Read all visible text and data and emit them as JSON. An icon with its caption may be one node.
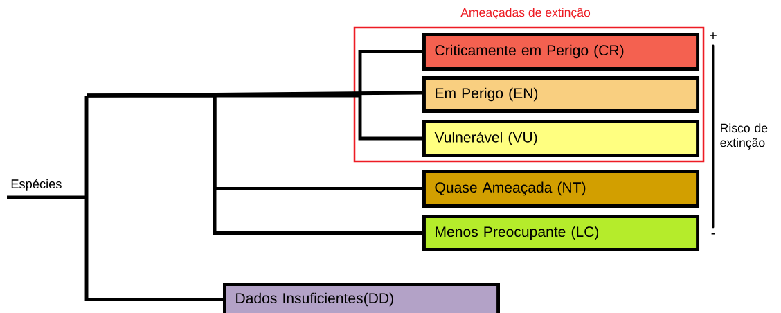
{
  "diagram": {
    "nodes": [
      {
        "text": [
          "Espécies"
        ]
      },
      {
        "text": [
          "Ameaçadas de extinção"
        ]
      },
      {
        "text": [
          "Criticamente em Perigo (CR)"
        ],
        "in": 1
      },
      {
        "text": [
          "Em Perigo (EN)"
        ],
        "in": 1
      },
      {
        "text": [
          "Vulnerável (VU)"
        ],
        "in": 1
      },
      {
        "text": [
          "Quase  Ameaçada (NT)"
        ]
      },
      {
        "text": [
          "Menos Preocupante (LC)"
        ]
      },
      {
        "text": [
          "Dados Insuficientes(DD)"
        ]
      }
    ],
    "edges": [
      {
        "from": 0,
        "to": 2,
        "arrow": "none"
      },
      {
        "from": 0,
        "to": 3,
        "arrow": "none"
      },
      {
        "from": 0,
        "to": 4,
        "arrow": "none"
      },
      {
        "from": 0,
        "to": 5,
        "arrow": "none"
      },
      {
        "from": 0,
        "to": 6,
        "arrow": "none"
      },
      {
        "from": 0,
        "to": 7,
        "arrow": "none"
      }
    ],
    "labels": [
      "+",
      "Risco de extinção",
      "-"
    ]
  }
}
